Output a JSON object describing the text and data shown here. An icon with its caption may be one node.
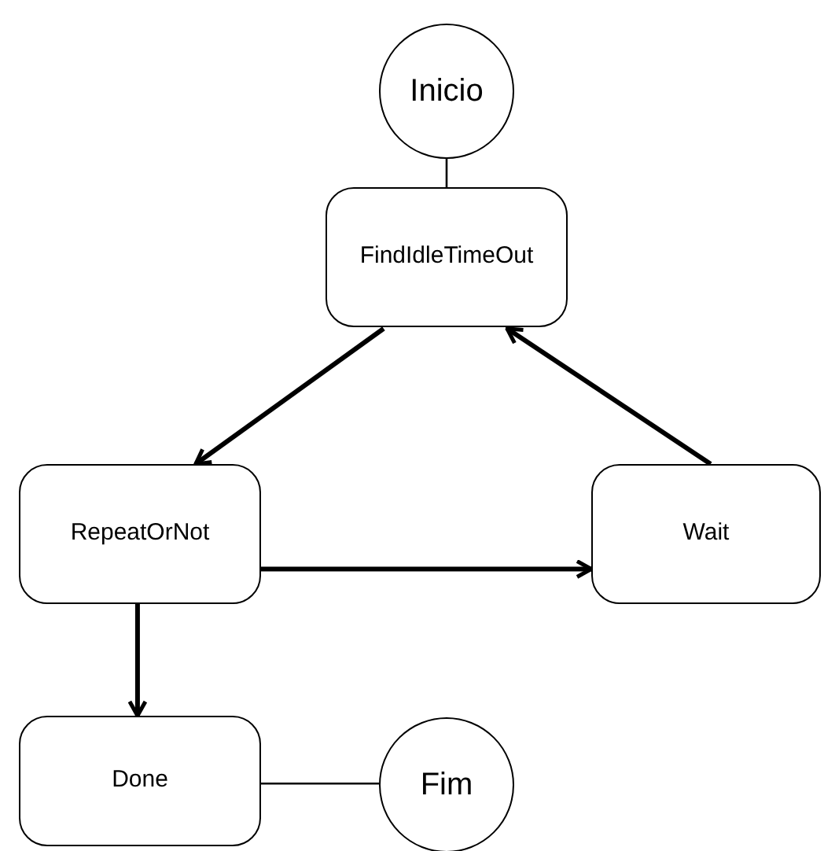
{
  "diagram": {
    "nodes": [
      {
        "text": [
          "Inicio"
        ]
      },
      {
        "text": [
          "FindIdleTimeOut"
        ]
      },
      {
        "text": [
          "RepeatOrNot"
        ]
      },
      {
        "text": [
          "Wait"
        ]
      },
      {
        "text": [
          "Done"
        ]
      },
      {
        "text": [
          "Fim"
        ]
      }
    ],
    "edges": [
      {
        "from": 0,
        "to": 1,
        "arrow": "none"
      },
      {
        "from": 1,
        "to": 2,
        "arrow": "to"
      },
      {
        "from": 3,
        "to": 1,
        "arrow": "to"
      },
      {
        "from": 2,
        "to": 3,
        "arrow": "to"
      },
      {
        "from": 2,
        "to": 4,
        "arrow": "to"
      },
      {
        "from": 4,
        "to": 5,
        "arrow": "none"
      }
    ]
  }
}
